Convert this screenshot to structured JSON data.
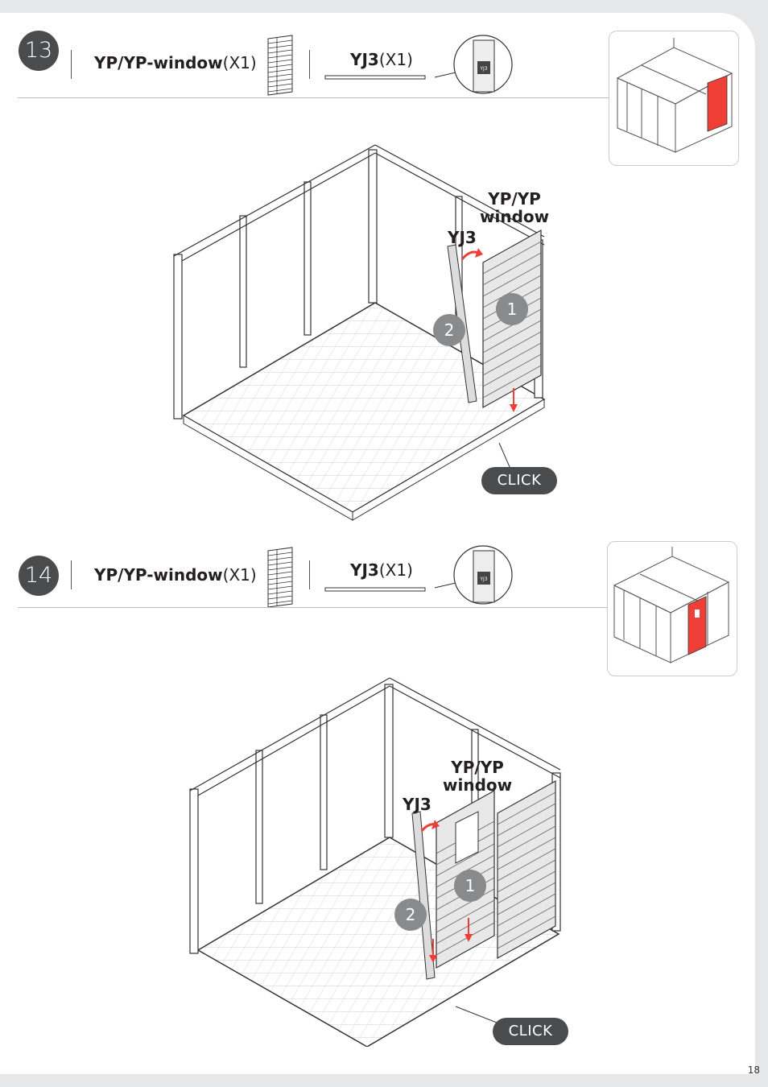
{
  "page_number": "18",
  "steps": [
    {
      "number": "13",
      "panel_part": "YP/YP-window",
      "panel_qty": "(X1)",
      "connector_part": "YJ3",
      "connector_qty": "(X1)",
      "connector_tag": "YJ3",
      "panel_callout": "YP/YP\nwindow",
      "connector_callout": "YJ3",
      "badge_1": "1",
      "badge_2": "2",
      "click_label": "CLICK",
      "highlight_color": "#ee3e36"
    },
    {
      "number": "14",
      "panel_part": "YP/YP-window",
      "panel_qty": "(X1)",
      "connector_part": "YJ3",
      "connector_qty": "(X1)",
      "connector_tag": "YJ3",
      "panel_callout": "YP/YP\nwindow",
      "connector_callout": "YJ3",
      "badge_1": "1",
      "badge_2": "2",
      "click_label": "CLICK",
      "highlight_color": "#ee3e36"
    }
  ]
}
